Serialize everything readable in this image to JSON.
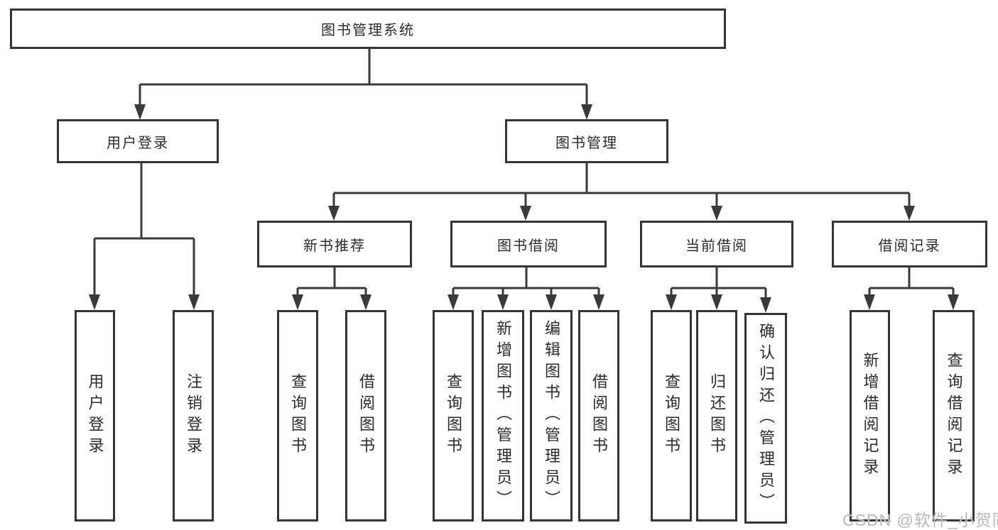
{
  "diagram": {
    "root": "图书管理系统",
    "level2": [
      "用户登录",
      "图书管理"
    ],
    "level3": [
      "新书推荐",
      "图书借阅",
      "当前借阅",
      "借阅记录"
    ],
    "leaves": {
      "user_login": [
        "用户登录",
        "注销登录"
      ],
      "new_book_recommend": [
        "查询图书",
        "借阅图书"
      ],
      "book_borrow": [
        "查询图书",
        "新增图书（管理员）",
        "编辑图书（管理员）",
        "借阅图书"
      ],
      "current_borrow": [
        "查询图书",
        "归还图书",
        "确认归还（管理员）"
      ],
      "borrow_record": [
        "新增借阅记录",
        "查询借阅记录"
      ]
    },
    "watermark": "CSDN @软件_小贺同学"
  },
  "colors": {
    "line": "#3a3a3a",
    "box_border": "#353535",
    "text": "#2b2b2b",
    "watermark": "#b9b9b9",
    "background": "#ffffff"
  }
}
